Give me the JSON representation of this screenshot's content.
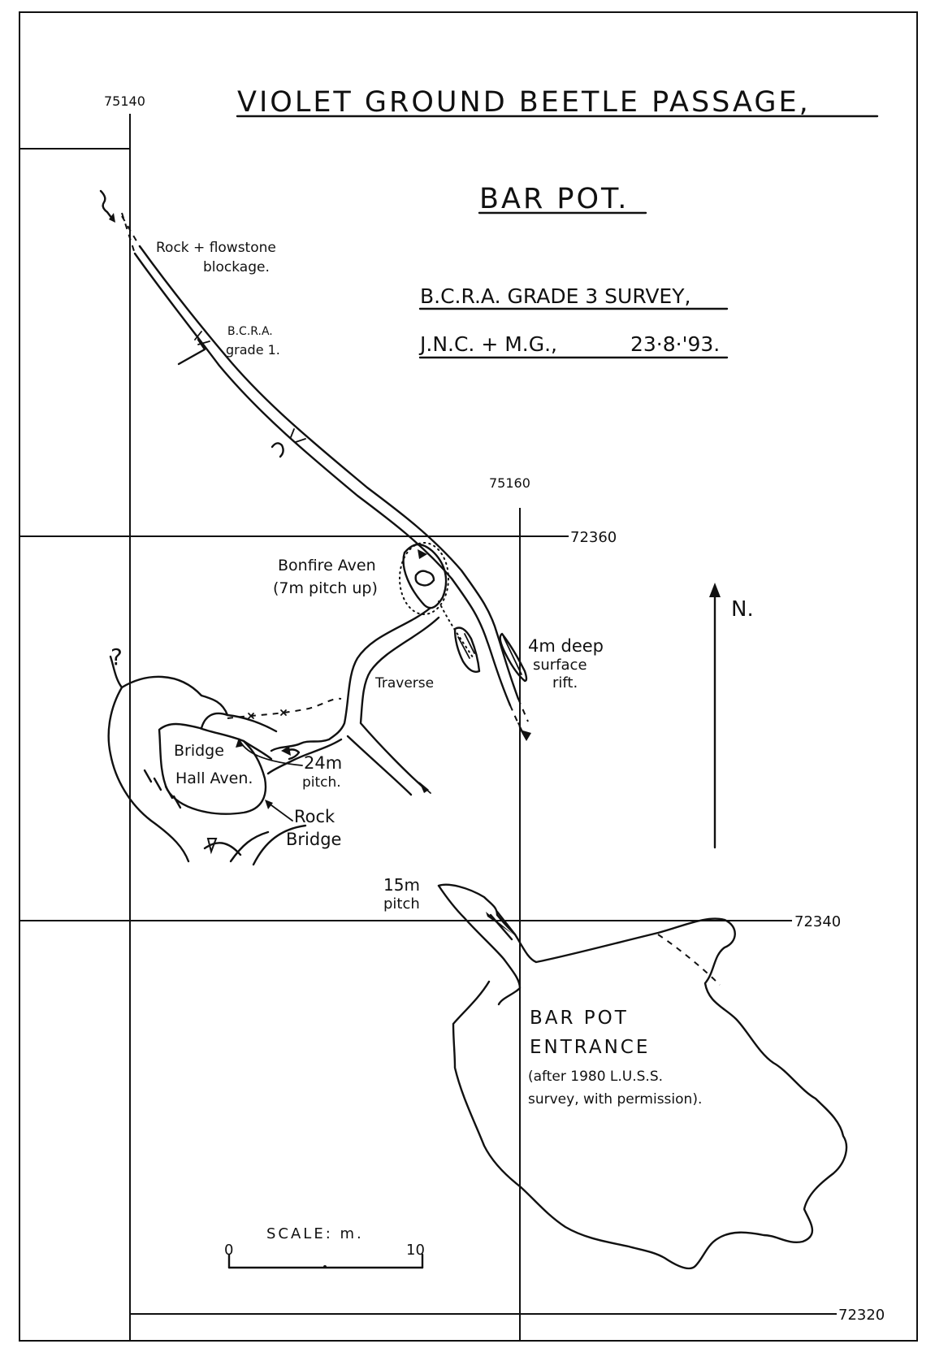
{
  "map": {
    "title": "VIOLET GROUND BEETLE PASSAGE,",
    "subtitle": "BAR POT.",
    "survey_grade": "B.C.R.A. GRADE 3 SURVEY,",
    "surveyors": "J.N.C. + M.G.,",
    "date": "23·8·'93.",
    "north_label": "N."
  },
  "grid": {
    "eastings": [
      "75140",
      "75160"
    ],
    "northings": [
      "72360",
      "72340",
      "72320"
    ]
  },
  "labels": {
    "blockage_line1": "Rock + flowstone",
    "blockage_line2": "blockage.",
    "bcra1_line1": "B.C.R.A.",
    "bcra1_line2": "grade 1.",
    "bonfire_line1": "Bonfire Aven",
    "bonfire_line2": "(7m pitch up)",
    "rift_line1": "4m deep",
    "rift_line2": "surface",
    "rift_line3": "rift.",
    "traverse": "Traverse",
    "question": "?",
    "bridge_hall_line1": "Bridge",
    "bridge_hall_line2": "Hall Aven.",
    "pitch24_line1": "24m",
    "pitch24_line2": "pitch.",
    "rock_bridge_line1": "Rock",
    "rock_bridge_line2": "Bridge",
    "pitch15_line1": "15m",
    "pitch15_line2": "pitch",
    "entrance_line1": "BAR  POT",
    "entrance_line2": "ENTRANCE",
    "entrance_line3": "(after 1980 L.U.S.S.",
    "entrance_line4": "survey, with permission)."
  },
  "scale": {
    "title": "SCALE: m.",
    "min": "0",
    "max": "10"
  }
}
